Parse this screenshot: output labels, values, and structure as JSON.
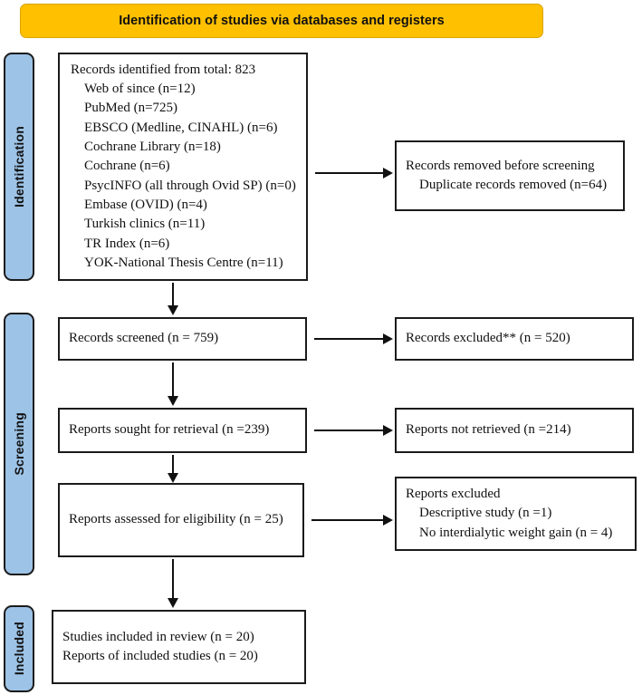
{
  "header": {
    "title": "Identification of studies via databases and registers",
    "background_color": "#FFC000",
    "border_color": "#D9A300"
  },
  "stages": {
    "identification": "Identification",
    "screening": "Screening",
    "included": "Included",
    "background_color": "#9DC3E6"
  },
  "boxes": {
    "records_identified": {
      "title": "Records identified from total: 823",
      "sources": [
        "Web of since (n=12)",
        "PubMed (n=725)",
        "EBSCO (Medline, CINAHL) (n=6)",
        "Cochrane Library (n=18)",
        "Cochrane (n=6)",
        "PsycINFO (all through Ovid SP) (n=0)",
        "Embase (OVID) (n=4)",
        "Turkish clinics (n=11)",
        "TR Index (n=6)",
        "YOK-National Thesis Centre (n=11)"
      ]
    },
    "duplicates_removed": {
      "title": "Records removed before screening",
      "items": [
        "Duplicate records removed (n=64)"
      ]
    },
    "records_screened": {
      "title": "Records screened (n = 759)"
    },
    "records_excluded": {
      "title": "Records excluded** (n = 520)"
    },
    "reports_sought": {
      "title": "Reports sought for retrieval (n =239)"
    },
    "reports_not_retrieved": {
      "title": "Reports not retrieved (n =214)"
    },
    "reports_assessed": {
      "title": "Reports assessed for eligibility (n = 25)"
    },
    "reports_excluded": {
      "title": "Reports excluded",
      "items": [
        "Descriptive study (n =1)",
        "No interdialytic weight gain (n = 4)"
      ]
    },
    "studies_included": {
      "lines": [
        "Studies included in review (n = 20)",
        "Reports of included studies (n = 20)"
      ]
    }
  }
}
